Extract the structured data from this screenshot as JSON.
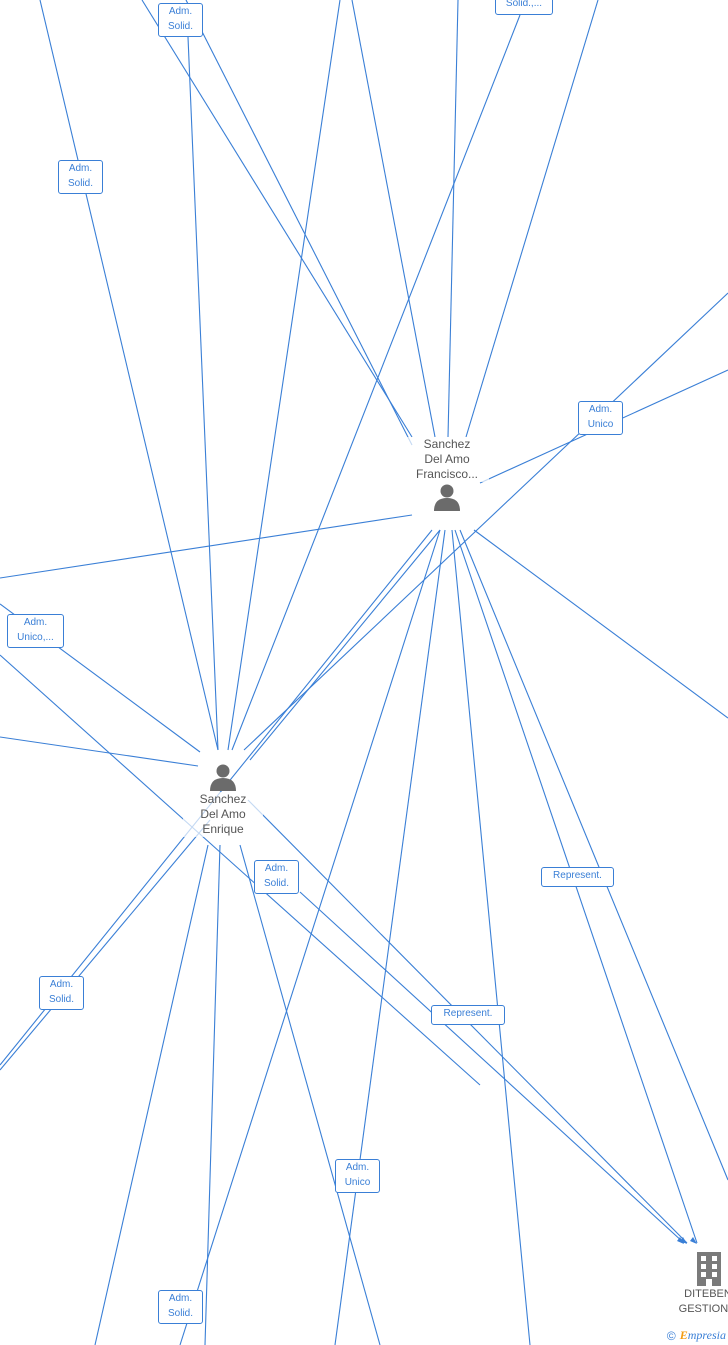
{
  "nodes": {
    "francisco": {
      "name": "Sanchez\nDel Amo\nFrancisco..."
    },
    "enrique": {
      "name": "Sanchez\nDel Amo\nEnrique"
    },
    "company": {
      "name": "DITEBEN\nGESTION..."
    }
  },
  "edge_labels": [
    {
      "text": "Adm.\nSolid."
    },
    {
      "text": "Solid.,..."
    },
    {
      "text": "Adm.\nSolid."
    },
    {
      "text": "Adm.\nUnico"
    },
    {
      "text": "Adm.\nUnico,..."
    },
    {
      "text": "Adm.\nSolid."
    },
    {
      "text": "Represent."
    },
    {
      "text": "Adm.\nSolid."
    },
    {
      "text": "Represent."
    },
    {
      "text": "Adm.\nUnico"
    },
    {
      "text": "Adm.\nSolid."
    }
  ],
  "footer": {
    "copyright": "©",
    "brand_e": "E",
    "brand_rest": "mpresia"
  },
  "colors": {
    "edge": "#3a7fd6",
    "node_text": "#555555",
    "brand_accent": "#f39c12"
  }
}
